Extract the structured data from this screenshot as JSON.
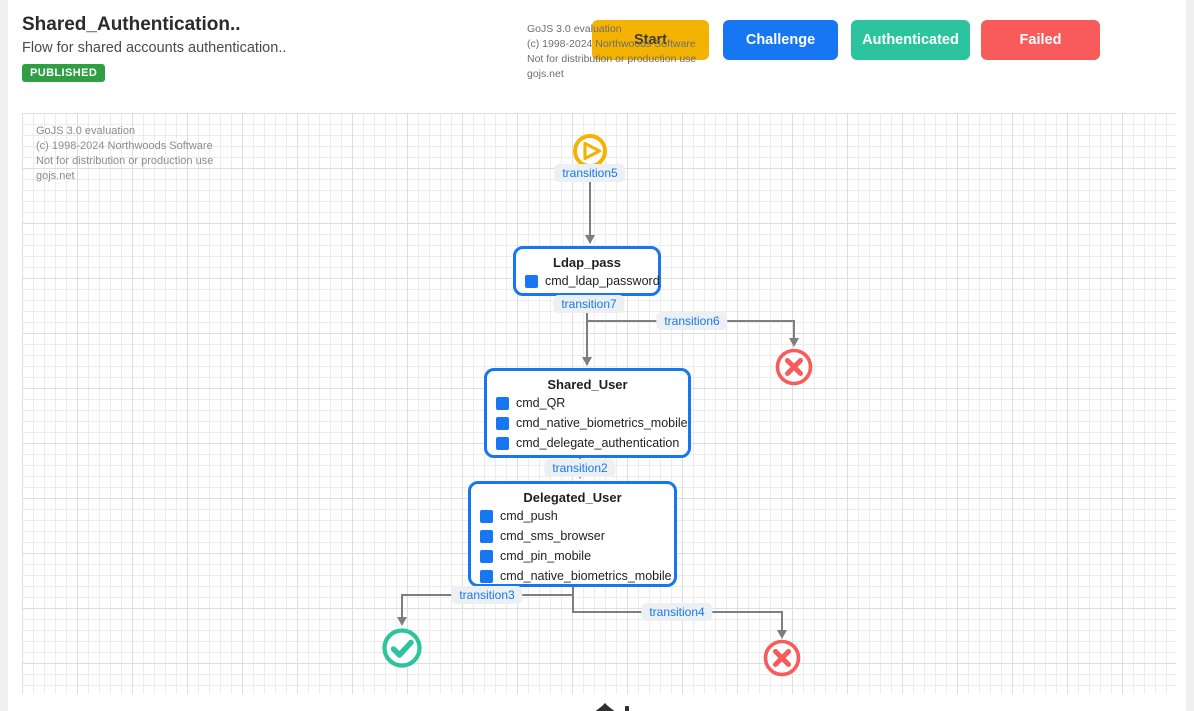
{
  "header": {
    "title": "Shared_Authentication..",
    "subtitle": "Flow for shared accounts authentication..",
    "status_badge": "PUBLISHED"
  },
  "watermark": {
    "line1": "GoJS 3.0 evaluation",
    "line2": "(c) 1998-2024 Northwoods Software",
    "line3": "Not for distribution or production use",
    "line4": "gojs.net"
  },
  "legend": {
    "buttons": [
      {
        "label": "Start",
        "color": "#F4B301",
        "text_color": "#3d3a33"
      },
      {
        "label": "Challenge",
        "color": "#1777F2",
        "text_color": "#ffffff"
      },
      {
        "label": "Authenticated",
        "color": "#2BC49F",
        "text_color": "#ffffff"
      },
      {
        "label": "Failed",
        "color": "#F95B5B",
        "text_color": "#ffffff"
      }
    ]
  },
  "diagram": {
    "nodes": [
      {
        "title": "Ldap_pass",
        "items": [
          "cmd_ldap_password"
        ]
      },
      {
        "title": "Shared_User",
        "items": [
          "cmd_QR",
          "cmd_native_biometrics_mobile",
          "cmd_delegate_authentication"
        ]
      },
      {
        "title": "Delegated_User",
        "items": [
          "cmd_push",
          "cmd_sms_browser",
          "cmd_pin_mobile",
          "cmd_native_biometrics_mobile"
        ]
      }
    ],
    "transition_labels": {
      "t2": "transition2",
      "t3": "transition3",
      "t4": "transition4",
      "t5": "transition5",
      "t6": "transition6",
      "t7": "transition7"
    },
    "icons": {
      "start": "play-icon",
      "success": "check-icon",
      "failure": "x-icon"
    },
    "colors": {
      "node_border": "#1777F2",
      "item_square": "#1777F2",
      "link": "#7e7e7e",
      "label_text": "#1777F2",
      "label_bg": "#edf0f3",
      "start_icon": "#F4B301",
      "success_icon": "#2BC49F",
      "failure_icon": "#F95B5B",
      "badge_green": "#2F9E44"
    }
  }
}
